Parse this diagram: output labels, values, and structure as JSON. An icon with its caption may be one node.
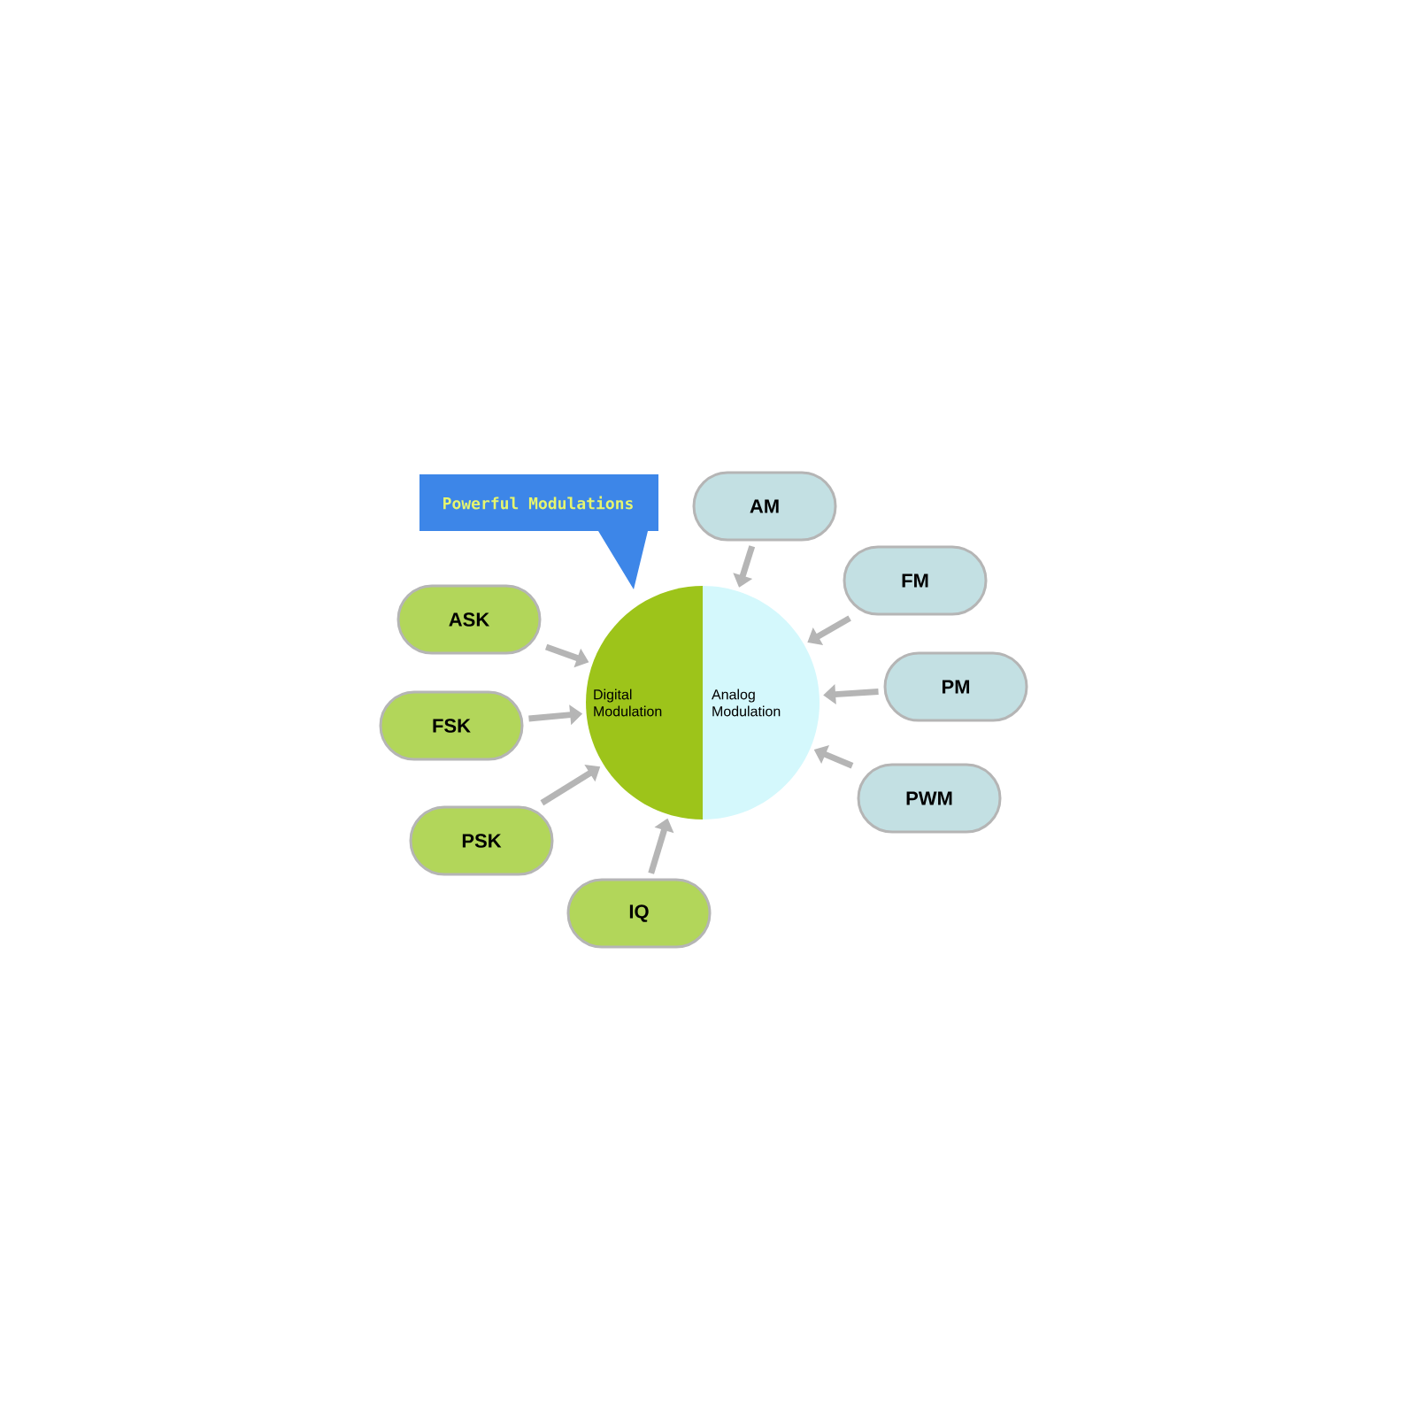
{
  "diagram": {
    "nodes": [
      {
        "text": [
          "Powerful Modulations"
        ]
      },
      {
        "text": [
          "Digital Modulation"
        ]
      },
      {
        "text": [
          "Analog Modulation"
        ]
      },
      {
        "text": [
          "ASK"
        ]
      },
      {
        "text": [
          "FSK"
        ]
      },
      {
        "text": [
          "PSK"
        ]
      },
      {
        "text": [
          "IQ"
        ]
      },
      {
        "text": [
          "AM"
        ]
      },
      {
        "text": [
          "FM"
        ]
      },
      {
        "text": [
          "PM"
        ]
      },
      {
        "text": [
          "PWM"
        ]
      }
    ],
    "edges": [
      {
        "from": 3,
        "to": 1,
        "arrow": "to"
      },
      {
        "from": 4,
        "to": 1,
        "arrow": "to"
      },
      {
        "from": 5,
        "to": 1,
        "arrow": "to"
      },
      {
        "from": 6,
        "to": 1,
        "arrow": "to"
      },
      {
        "from": 7,
        "to": 2,
        "arrow": "to"
      },
      {
        "from": 8,
        "to": 2,
        "arrow": "to"
      },
      {
        "from": 9,
        "to": 2,
        "arrow": "to"
      },
      {
        "from": 10,
        "to": 2,
        "arrow": "to"
      }
    ]
  }
}
